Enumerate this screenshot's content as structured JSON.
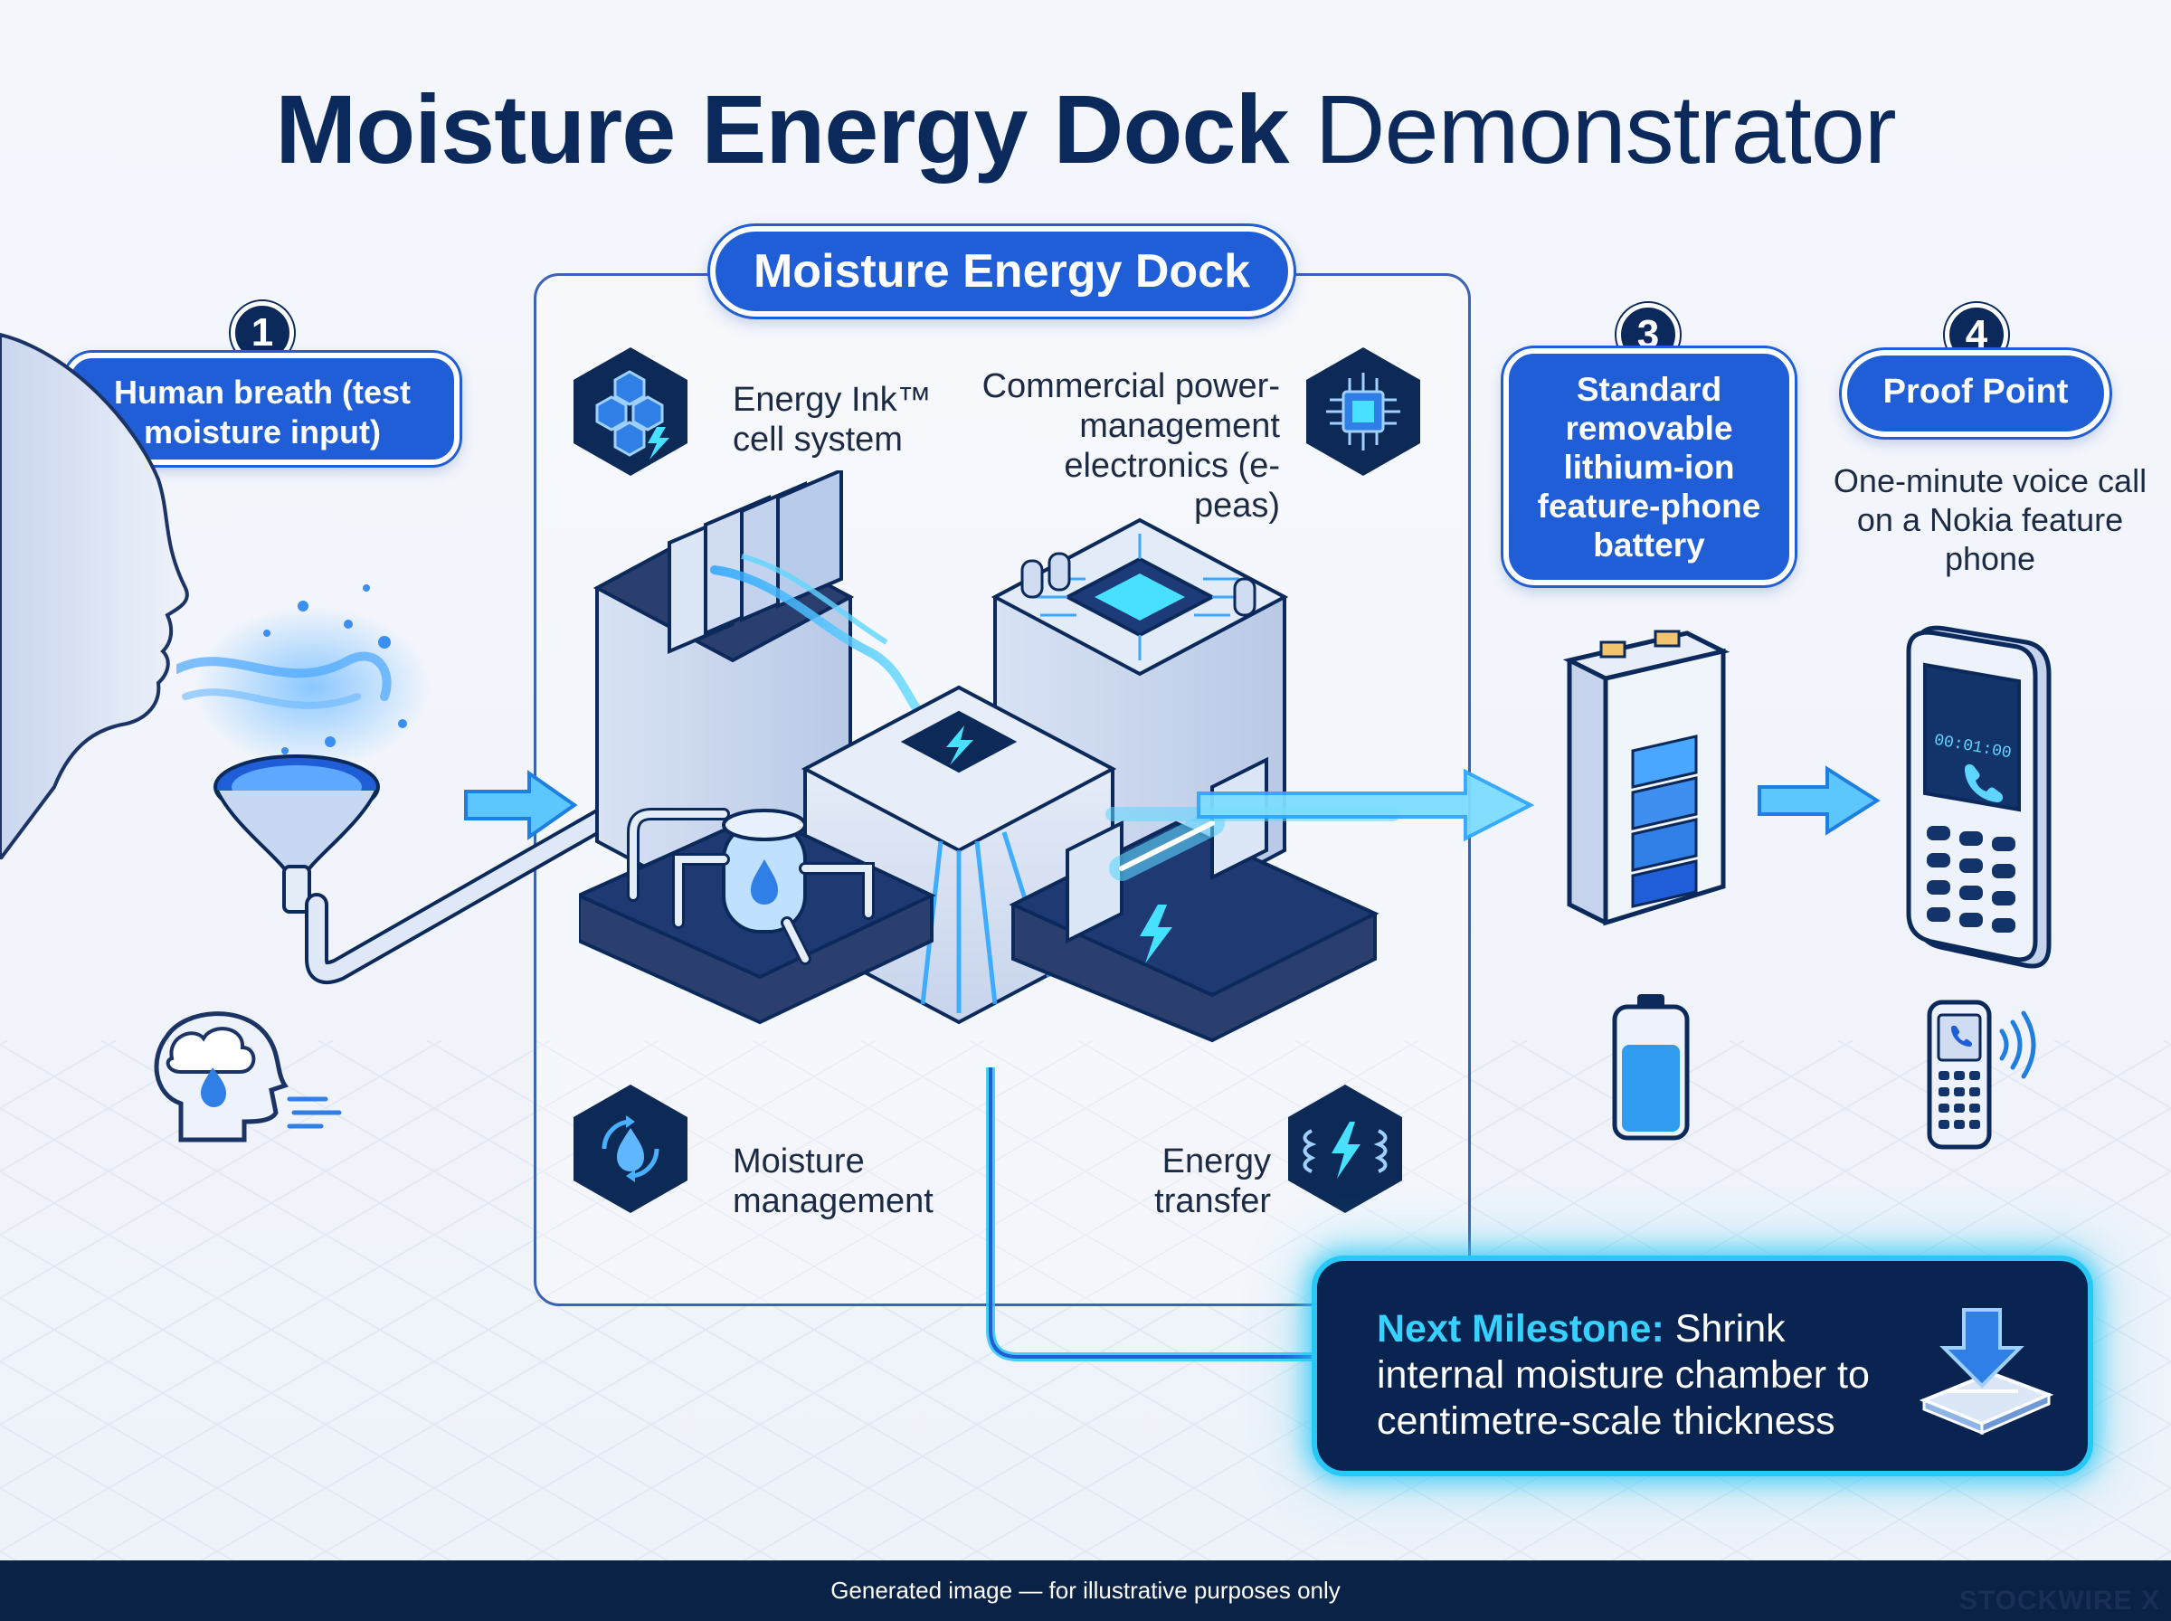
{
  "title": {
    "bold": "Moisture Energy Dock",
    "light": "Demonstrator"
  },
  "dock": {
    "label": "Moisture Energy Dock",
    "features": {
      "ink": "Energy Ink™ cell system",
      "electronics": "Commercial power-management electronics (e-peas)",
      "moisture": "Moisture management",
      "transfer": "Energy transfer"
    }
  },
  "steps": [
    {
      "number": "1",
      "label": "Human breath (test moisture input)"
    },
    {
      "number": "3",
      "label": "Standard removable lithium-ion feature-phone battery"
    },
    {
      "number": "4",
      "label": "Proof Point",
      "detail": "One-minute voice call on a Nokia feature phone"
    }
  ],
  "phone_screen": "00:01:00",
  "milestone": {
    "label": "Next Milestone:",
    "text": "Shrink internal moisture chamber to centimetre-scale thickness"
  },
  "footer": {
    "note": "Generated image — for illustrative purposes only",
    "wordmark": "STOCKWIRE X"
  },
  "colors": {
    "navy": "#0b2a5b",
    "accent_blue": "#1f5ed6",
    "glow_cyan": "#27c8f5",
    "footer": "#0b2247"
  },
  "icons": [
    "face-profile-icon",
    "breath-cloud-icon",
    "funnel-icon",
    "head-moisture-icon",
    "hexagon-cells-icon",
    "chip-icon",
    "moisture-cycle-icon",
    "coil-bolt-icon",
    "battery-icon",
    "small-battery-icon",
    "feature-phone-icon",
    "small-phone-icon",
    "compress-arrow-icon",
    "flow-arrow-icon"
  ]
}
